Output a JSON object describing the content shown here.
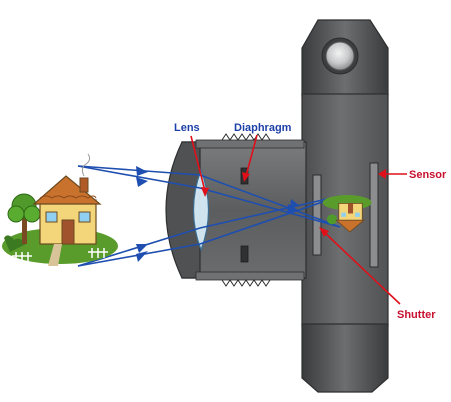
{
  "labels": {
    "lens": "Lens",
    "diaphragm": "Diaphragm",
    "sensor": "Sensor",
    "shutter": "Shutter"
  },
  "colors": {
    "label_blue": "#1c3fa8",
    "label_red": "#c8102e",
    "pointer_red": "#e0101a",
    "ray_blue": "#1e4fb0",
    "body_gray": "#5f6163",
    "body_dark": "#3c3d3f",
    "body_light": "#8a8c8e",
    "lens_fill": "#d6ecf7"
  },
  "icons": {
    "subject": "house-icon",
    "projected_image": "inverted-house-icon"
  }
}
